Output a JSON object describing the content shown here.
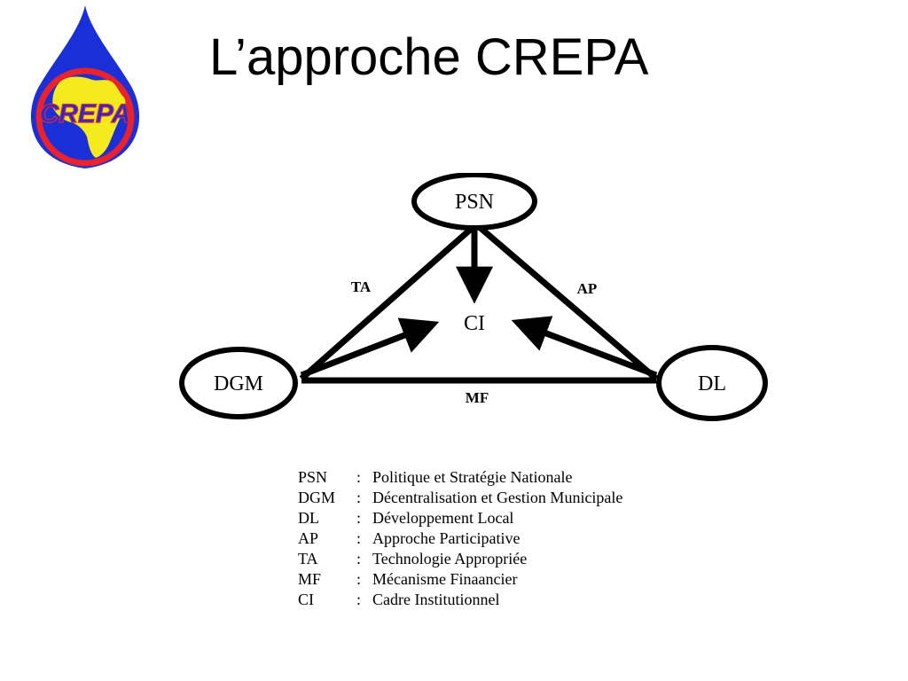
{
  "slide": {
    "title": "L’approche CREPA"
  },
  "logo": {
    "text": "CREPA",
    "colors": {
      "drop": "#1a2fd8",
      "ring": "#e8232d",
      "africa": "#f4ea1e",
      "text": "#1a2fd8"
    }
  },
  "diagram": {
    "nodes": {
      "psn": "PSN",
      "dgm": "DGM",
      "dl": "DL",
      "ci": "CI"
    },
    "edges": {
      "ta": "TA",
      "ap": "AP",
      "mf": "MF"
    }
  },
  "legend": [
    {
      "abbr": "PSN",
      "sep": ":",
      "text": "Politique et Stratégie Nationale"
    },
    {
      "abbr": "DGM",
      "sep": ":",
      "text": "Décentralisation et Gestion Municipale"
    },
    {
      "abbr": "DL",
      "sep": ":",
      "text": "Développement Local"
    },
    {
      "abbr": "AP",
      "sep": ":",
      "text": "Approche Participative"
    },
    {
      "abbr": "TA",
      "sep": ":",
      "text": "Technologie Appropriée"
    },
    {
      "abbr": "MF",
      "sep": ":",
      "text": "Mécanisme Finaancier"
    },
    {
      "abbr": "CI",
      "sep": ":",
      "text": "Cadre Institutionnel"
    }
  ]
}
